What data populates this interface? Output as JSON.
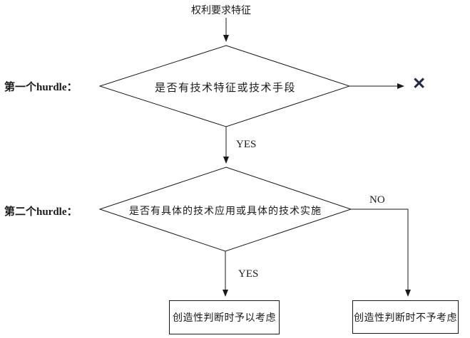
{
  "flowchart": {
    "start_label": "权利要求特征",
    "hurdles": [
      {
        "label": "第一个hurdle："
      },
      {
        "label": "第二个hurdle："
      }
    ],
    "decisions": [
      {
        "text": "是否有技术特征或技术手段"
      },
      {
        "text": "是否有具体的技术应用或具体的技术实施"
      }
    ],
    "edge_labels": {
      "yes1": "YES",
      "yes2": "YES",
      "no": "NO"
    },
    "fail_mark": "✕",
    "results": [
      {
        "text": "创造性判断时予以考虑"
      },
      {
        "text": "创造性判断时不予考虑"
      }
    ],
    "colors": {
      "line": "#1a1a1a",
      "text": "#1a1a1a",
      "background": "#ffffff",
      "x_mark": "#222a44"
    }
  }
}
